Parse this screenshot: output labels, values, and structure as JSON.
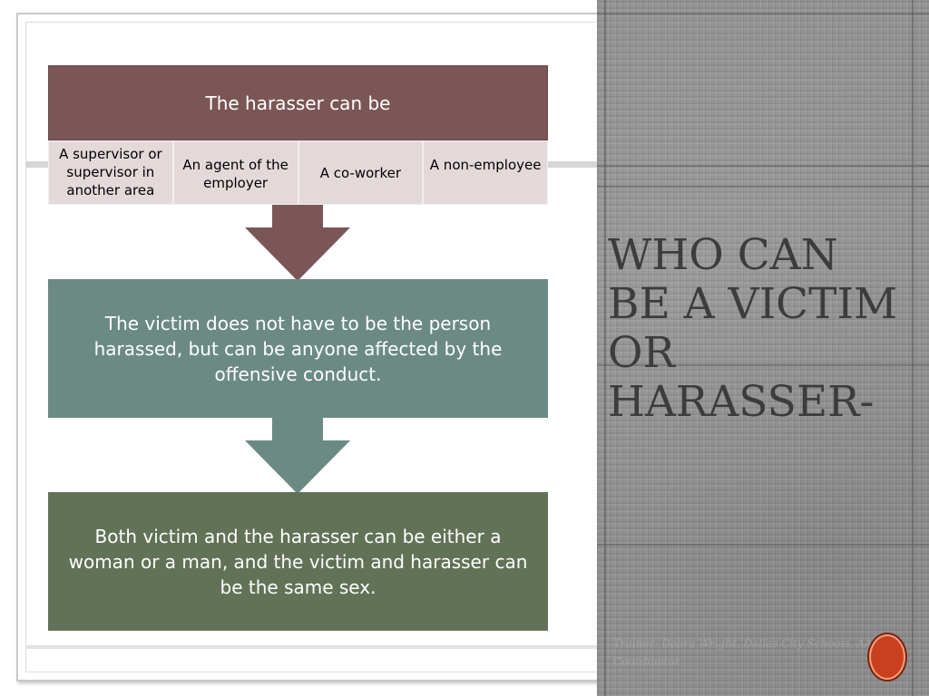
{
  "title": {
    "lines": [
      "Who can",
      "be a victim",
      "or",
      "harasser-"
    ]
  },
  "diagram": {
    "header": "The harasser can be",
    "harasser_types": [
      "A supervisor or supervisor in another area",
      "An agent of the employer",
      "A co-worker",
      "A non-employee"
    ],
    "victim_text": "The victim does not have to be the person harassed, but can be anyone affected by the offensive conduct.",
    "both_text": "Both victim and the harasser can be either a woman or a man, and the victim and harasser can be the same sex."
  },
  "footer": {
    "text": "Trainer: Debra Wright, Dallas City Schools, AA Coordinator"
  },
  "colors": {
    "header": "#7b5656",
    "victim_box": "#6b8a84",
    "both_box": "#627257",
    "cells": "#e4d9da",
    "panel": "#929292",
    "title_text": "#3c3c3c",
    "slide_number_badge": "#c8401e"
  }
}
